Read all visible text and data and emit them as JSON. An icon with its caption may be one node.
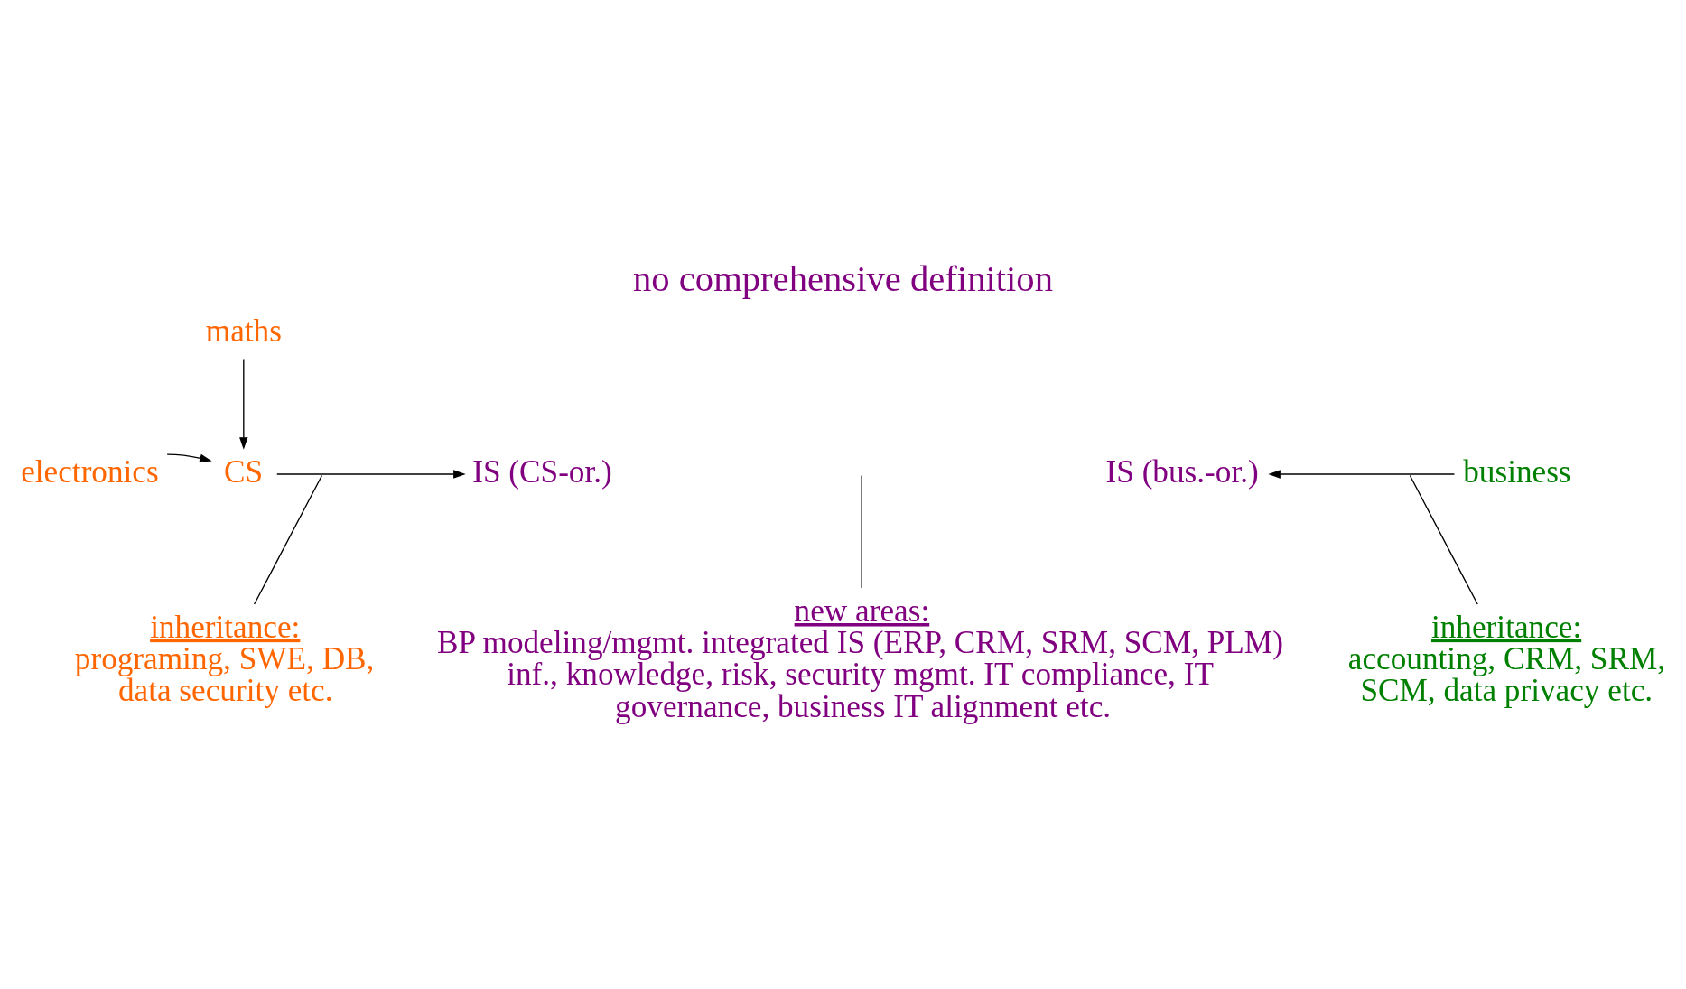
{
  "diagram": {
    "title": "no comprehensive definition",
    "nodes": [
      {
        "text": [
          "maths"
        ]
      },
      {
        "text": [
          "electronics"
        ]
      },
      {
        "text": [
          "CS"
        ]
      },
      {
        "text": [
          "IS (CS-or.)"
        ]
      },
      {
        "text": [
          "IS (bus.-or.)"
        ]
      },
      {
        "text": [
          "business"
        ]
      },
      {
        "text": [
          "inheritance:",
          "programing, SWE, DB, data security etc."
        ]
      },
      {
        "text": [
          "new areas:",
          "BP modeling/mgmt. integrated IS (ERP, CRM, SRM, SCM, PLM) inf., knowledge, risk, security mgmt. IT compliance, IT governance, business IT alignment etc."
        ]
      },
      {
        "text": [
          "inheritance:",
          "accounting, CRM, SRM, SCM, data privacy etc."
        ]
      }
    ],
    "edges": [
      {
        "from": 0,
        "to": 2,
        "arrow": "to"
      },
      {
        "from": 1,
        "to": 2,
        "arrow": "to"
      },
      {
        "from": 2,
        "to": 3,
        "arrow": "to"
      },
      {
        "from": 5,
        "to": 4,
        "arrow": "to"
      },
      {
        "from": 6,
        "to": null,
        "arrow": "none"
      },
      {
        "from": 7,
        "to": null,
        "arrow": "none"
      },
      {
        "from": 8,
        "to": null,
        "arrow": "none"
      }
    ]
  }
}
